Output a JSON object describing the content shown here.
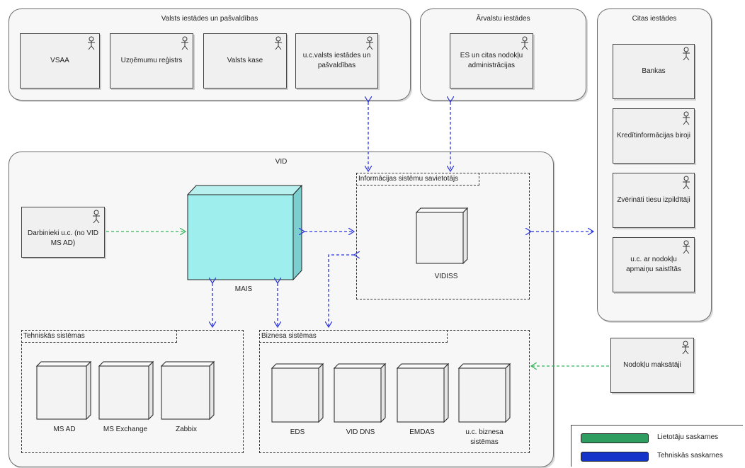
{
  "groups": {
    "valsts": "Valsts iestādes un pašvaldības",
    "arvalstu": "Ārvalstu iestādes",
    "citas": "Citas iestādes",
    "vid": "VID"
  },
  "actors": {
    "vsaa": "VSAA",
    "uznemumu": "Uzņēmumu reģistrs",
    "kase": "Valsts kase",
    "uc_valsts": "u.c.valsts iestādes un pašvaldības",
    "es": "ES un citas nodokļu administrācijas",
    "bankas": "Bankas",
    "kredit": "Kredītinformācijas biroji",
    "zverinati": "Zvērināti tiesu izpildītāji",
    "uc_nodoklu": "u.c. ar nodokļu apmaiņu saistītās",
    "darbinieki": "Darbinieki u.c. (no VID MS AD)",
    "maksataji": "Nodokļu maksātāji"
  },
  "packages": {
    "info": "Informācijas sistēmu savietotājs",
    "tehniskas": "Tehniskās sistēmas",
    "biznesa": "Biznesa sistēmas"
  },
  "nodes": {
    "mais": "MAIS",
    "vidiss": "VIDISS",
    "msad": "MS AD",
    "exchange": "MS Exchange",
    "zabbix": "Zabbix",
    "eds": "EDS",
    "viddns": "VID DNS",
    "emdas": "EMDAS",
    "uc_biznesa": "u.c. biznesa sistēmas"
  },
  "legend": {
    "green_label": "Lietotāju saskarnes",
    "blue_label": "Tehniskās saskarnes",
    "green_color": "#2e9d5f",
    "blue_color": "#1433c8"
  }
}
